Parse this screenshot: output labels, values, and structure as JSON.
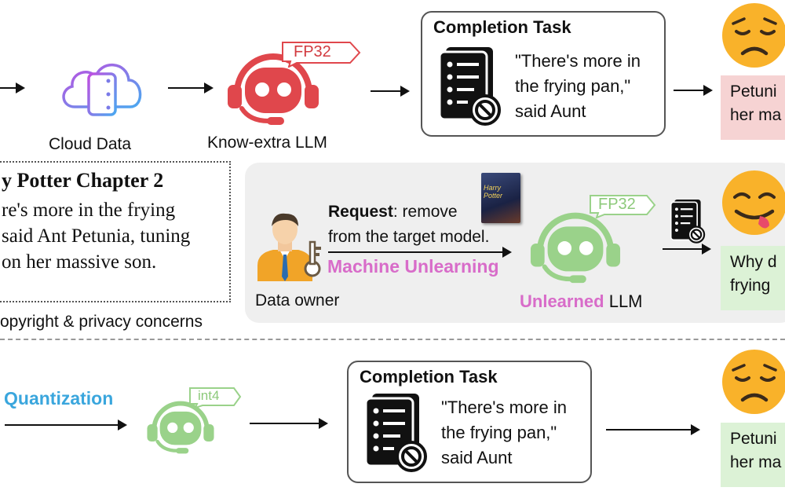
{
  "top_row": {
    "cloud_label": "Cloud Data",
    "llm_label": "Know-extra LLM",
    "llm_badge": "FP32",
    "task": {
      "title": "Completion Task",
      "lines": [
        "\"There's more in",
        "the frying pan,\"",
        "said Aunt"
      ]
    },
    "result_lines": [
      "Petuni",
      "her ma"
    ]
  },
  "book_excerpt": {
    "title": "y Potter Chapter 2",
    "lines": [
      "re's more in the frying",
      "said Ant Petunia, tuning",
      "on her massive son."
    ],
    "footer": "opyright & privacy concerns"
  },
  "middle_row": {
    "request_bold": "Request",
    "request_rest": ": remove",
    "request_line2": "from the target model.",
    "method_label": "Machine Unlearning",
    "owner_label": "Data owner",
    "llm_badge": "FP32",
    "llm_label_colored": "Unlearned",
    "llm_label_rest": " LLM",
    "book_cover_title": "Harry Potter",
    "result_lines": [
      "Why d",
      "frying"
    ]
  },
  "bottom_row": {
    "method_label": "Quantization",
    "llm_badge": "int4",
    "task": {
      "title": "Completion Task",
      "lines": [
        "\"There's more in",
        "the frying pan,\"",
        "said Aunt"
      ]
    },
    "result_lines": [
      "Petuni",
      "her ma"
    ]
  },
  "colors": {
    "robot_red": "#e0474c",
    "robot_green": "#9ad28a",
    "unlearning_pink": "#d86cc9",
    "quantization_blue": "#3aa6dd",
    "result_red_bg": "#f6d3d3",
    "result_green_bg": "#dcf2d6",
    "panel_gray": "#efefef"
  }
}
